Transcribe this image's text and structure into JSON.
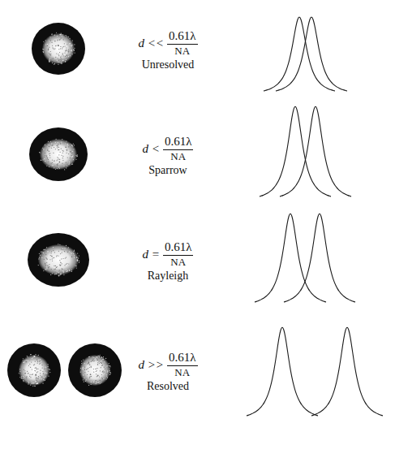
{
  "diagram": {
    "labels": [
      "d <<",
      "0.61λ",
      "NA",
      "Unresolved",
      "d <",
      "0.61λ",
      "NA",
      "Sparrow",
      "d =",
      "0.61λ",
      "NA",
      "Rayleigh",
      "d >>",
      "0.61λ",
      "NA",
      "Resolved"
    ]
  }
}
